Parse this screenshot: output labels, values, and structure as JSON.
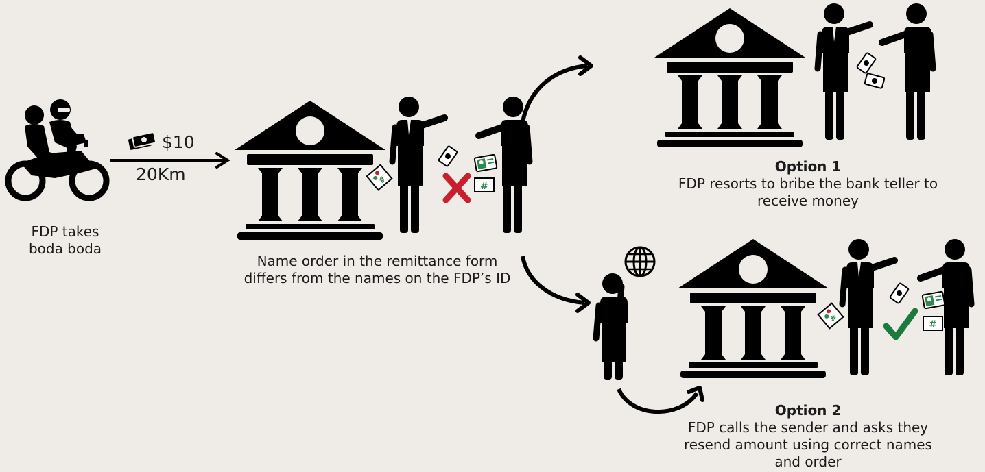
{
  "colors": {
    "background": "#efebe6",
    "ink": "#000000",
    "reject": "#c8202f",
    "accept": "#1b7a3e",
    "doc_green": "#2e8b4f"
  },
  "trip": {
    "cost": "$10",
    "distance": "20Km",
    "cash_icon": "cash-icon"
  },
  "labels": {
    "rider": "FDP takes\nboda boda",
    "problem": "Name order in the remittance form\ndiffers from the names on the FDP’s ID",
    "option1_title": "Option 1",
    "option1_body": "FDP resorts to bribe the bank teller to\nreceive money",
    "option2_title": "Option 2",
    "option2_body": "FDP calls the sender and asks they\nresend amount using correct names\nand order"
  },
  "icons": [
    "motorbike-icon",
    "bank-icon",
    "person-icon",
    "banknote-icon",
    "id-card-icon",
    "form-icon",
    "cross-icon",
    "check-icon",
    "globe-icon",
    "phone-call-person-icon",
    "curved-arrow-icon"
  ]
}
